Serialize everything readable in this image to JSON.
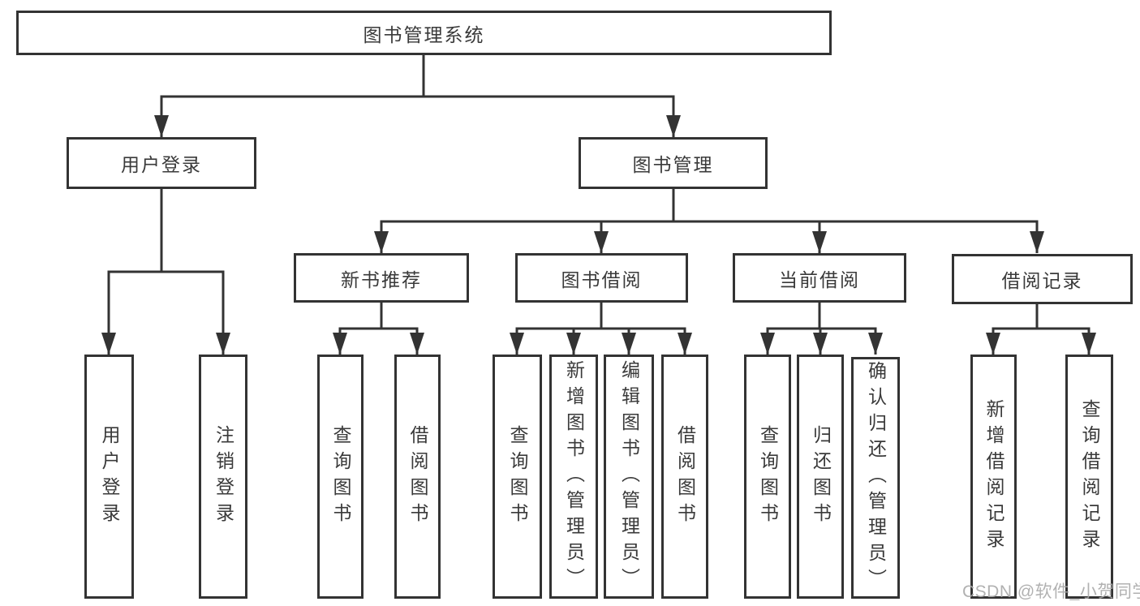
{
  "colors": {
    "line": "#333333",
    "box_border": "#333333",
    "text": "#3a3a3a",
    "watermark": "#a8a8a8",
    "background": "#ffffff"
  },
  "root": {
    "label": "图书管理系统"
  },
  "branches": {
    "user_login": {
      "label": "用户登录",
      "leaves": [
        {
          "label": "用户登录"
        },
        {
          "label": "注销登录"
        }
      ]
    },
    "book_mgmt": {
      "label": "图书管理",
      "modules": [
        {
          "label": "新书推荐",
          "leaves": [
            {
              "label": "查询图书"
            },
            {
              "label": "借阅图书"
            }
          ]
        },
        {
          "label": "图书借阅",
          "leaves": [
            {
              "label": "查询图书"
            },
            {
              "label": "新增图书（管理员）"
            },
            {
              "label": "编辑图书（管理员）"
            },
            {
              "label": "借阅图书"
            }
          ]
        },
        {
          "label": "当前借阅",
          "leaves": [
            {
              "label": "查询图书"
            },
            {
              "label": "归还图书"
            },
            {
              "label": "确认归还（管理员）"
            }
          ]
        },
        {
          "label": "借阅记录",
          "leaves": [
            {
              "label": "新增借阅记录"
            },
            {
              "label": "查询借阅记录"
            }
          ]
        }
      ]
    }
  },
  "watermark": {
    "text": "CSDN @软件_小贺同学"
  }
}
